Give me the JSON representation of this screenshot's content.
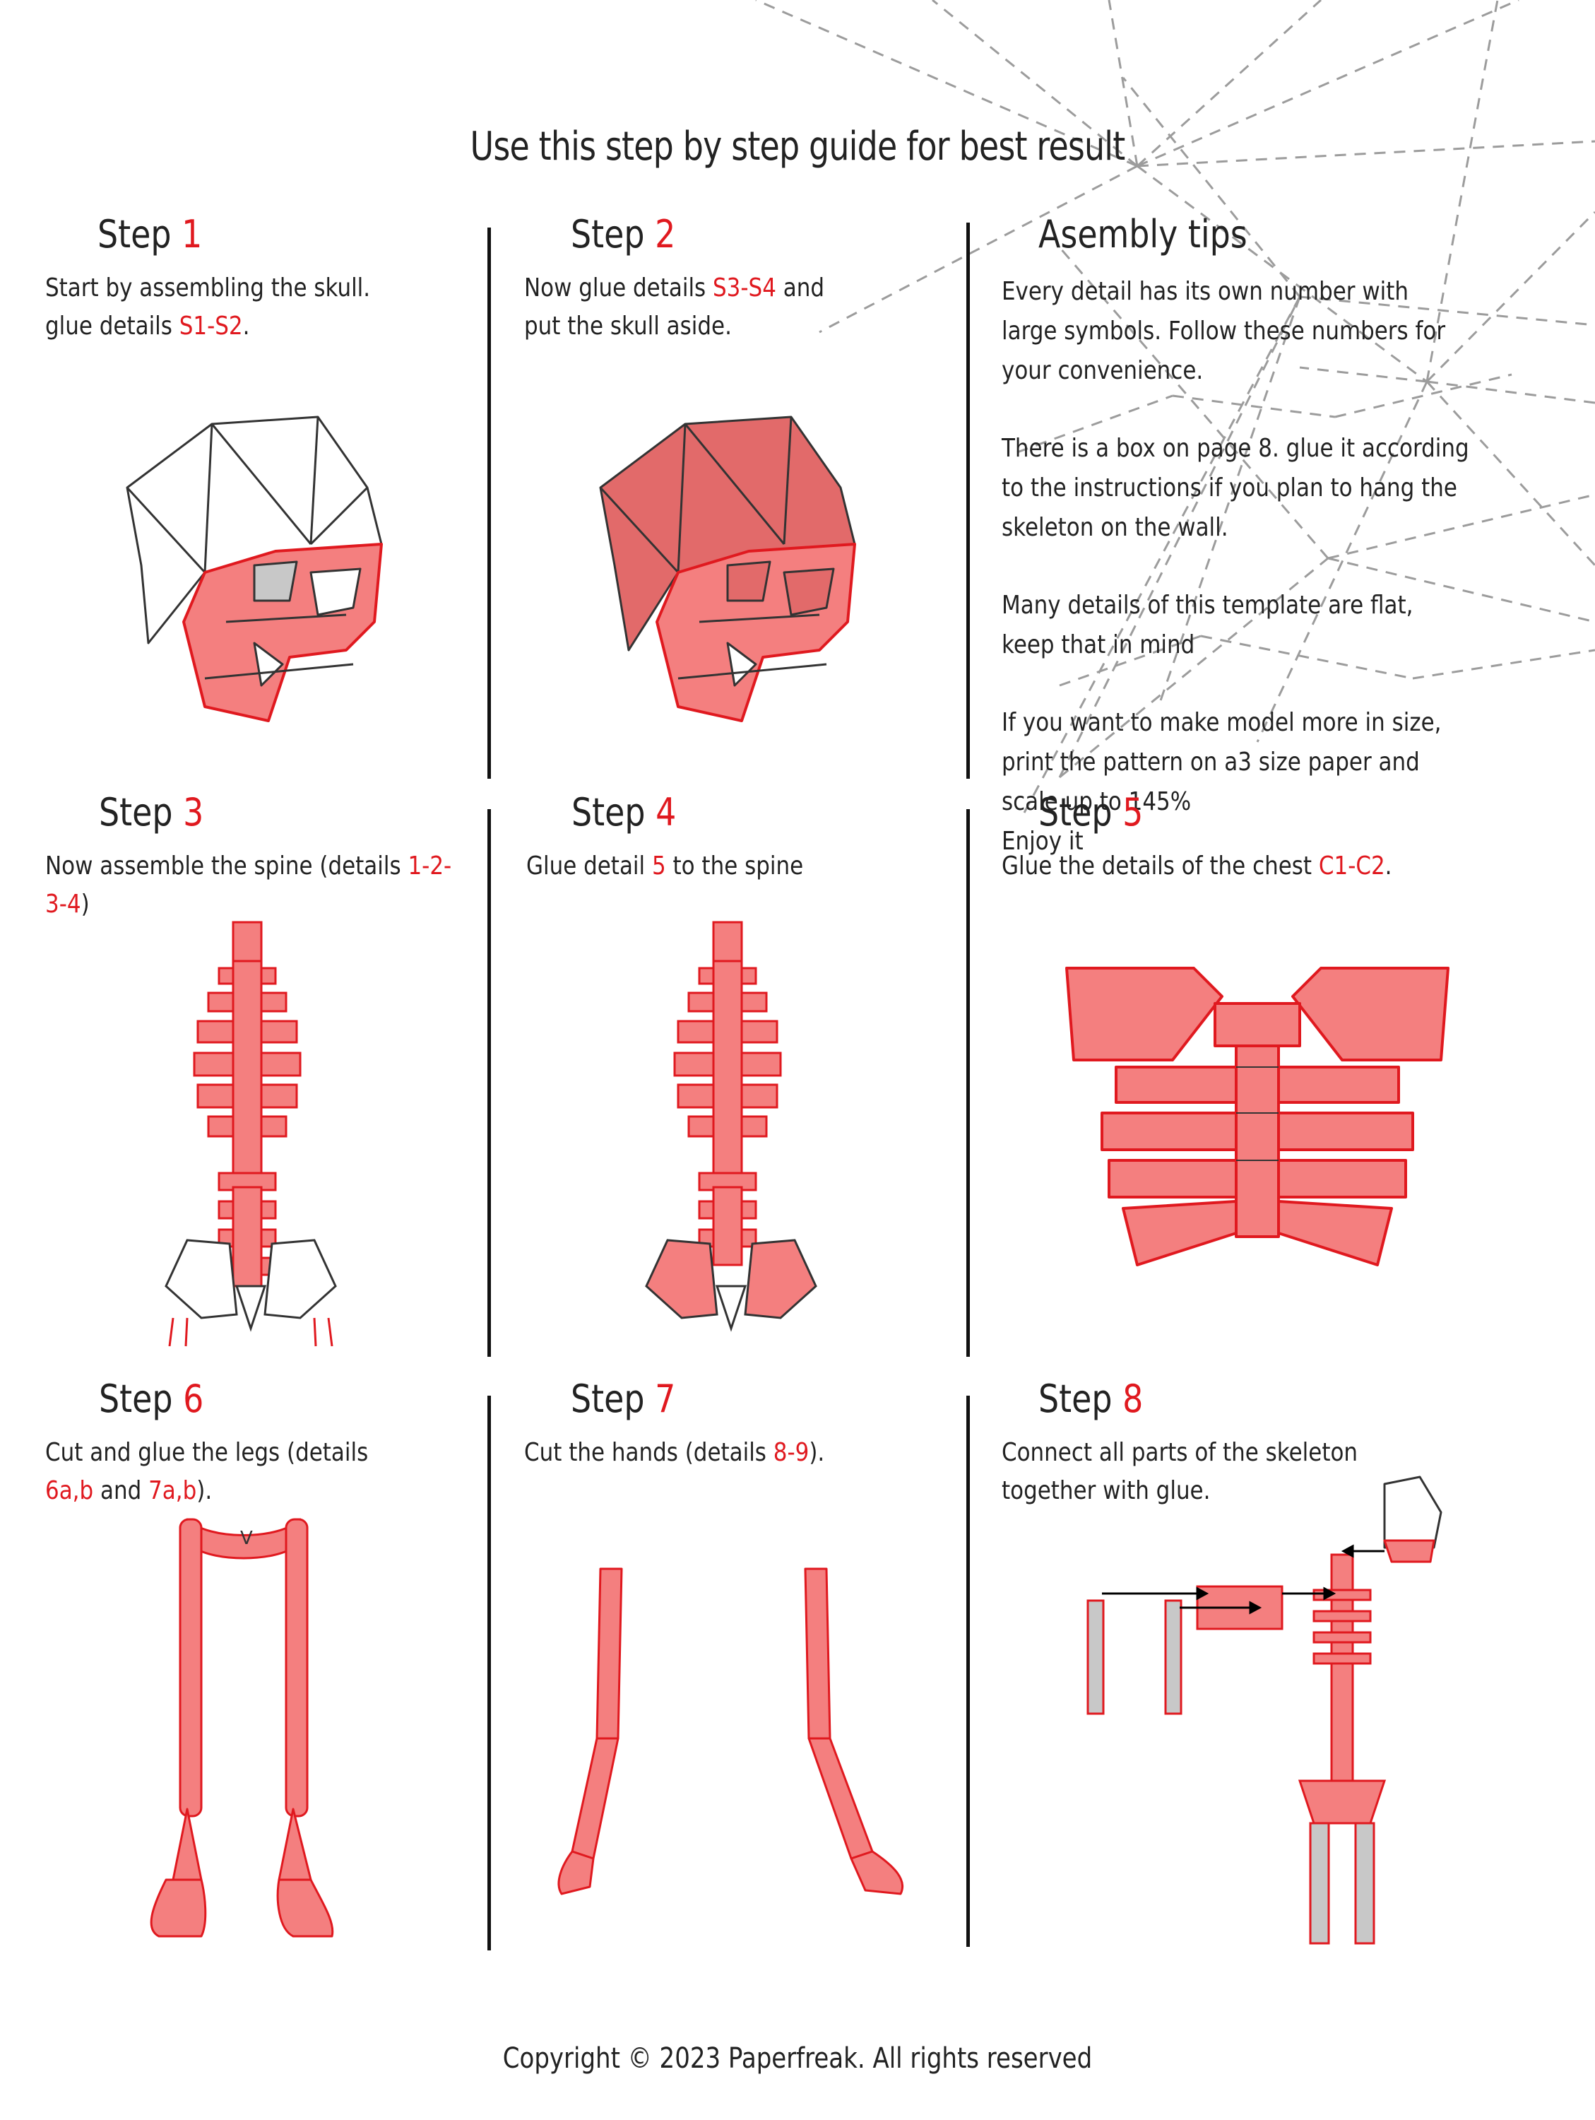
{
  "title": "Use this step by step guide for best result",
  "steps": [
    {
      "word": "Step",
      "num": "1",
      "text_a": "Start by assembling the skull. glue details ",
      "red_a": "S1-S2",
      "text_b": ".",
      "red_b": "",
      "text_c": "",
      "red_c": "",
      "text_d": ""
    },
    {
      "word": "Step",
      "num": "2",
      "text_a": "Now glue details ",
      "red_a": "S3-S4",
      "text_b": " and put the skull aside.",
      "red_b": "",
      "text_c": "",
      "red_c": "",
      "text_d": ""
    },
    {
      "word": "Step",
      "num": "3",
      "text_a": "Now assemble the spine (details ",
      "red_a": "1-2-3-4",
      "text_b": ")",
      "red_b": "",
      "text_c": "",
      "red_c": "",
      "text_d": ""
    },
    {
      "word": "Step",
      "num": "4",
      "text_a": "Glue detail ",
      "red_a": "5",
      "text_b": " to the spine",
      "red_b": "",
      "text_c": "",
      "red_c": "",
      "text_d": ""
    },
    {
      "word": "Step",
      "num": "5",
      "text_a": "Glue the details of the chest ",
      "red_a": "C1-C2",
      "text_b": ".",
      "red_b": "",
      "text_c": "",
      "red_c": "",
      "text_d": ""
    },
    {
      "word": "Step",
      "num": "6",
      "text_a": "Cut and glue the legs (details ",
      "red_a": "6a,b",
      "text_b": " and ",
      "red_b": "7a,b",
      "text_c": ").",
      "red_c": "",
      "text_d": ""
    },
    {
      "word": "Step",
      "num": "7",
      "text_a": "Cut the hands (details ",
      "red_a": "8-9",
      "text_b": ").",
      "red_b": "",
      "text_c": "",
      "red_c": "",
      "text_d": ""
    },
    {
      "word": "Step",
      "num": "8",
      "text_a": "Connect all parts of the skeleton together with glue.",
      "red_a": "",
      "text_b": "",
      "red_b": "",
      "text_c": "",
      "red_c": "",
      "text_d": ""
    }
  ],
  "tips": {
    "heading": "Asembly tips",
    "p1": "Every detail has its own number with large symbols. Follow these numbers for your convenience.",
    "p2": "There is a box on page 8. glue it according to the instructions if you plan to hang the skeleton on the wall.",
    "p3": "Many details of this template are flat, keep that in mind",
    "p4a": "If you want to make model more in size, print the pattern on a3 size paper and scale up to 145%",
    "p4b": "Enjoy it"
  },
  "footer": "Copyright © 2023 Paperfreak. All rights reserved",
  "colors": {
    "accent": "#e0191f",
    "fill": "#f47f7f",
    "fill_dark": "#e26a6a",
    "stroke": "#333333",
    "white": "#ffffff",
    "grey": "#c8c8c8"
  }
}
